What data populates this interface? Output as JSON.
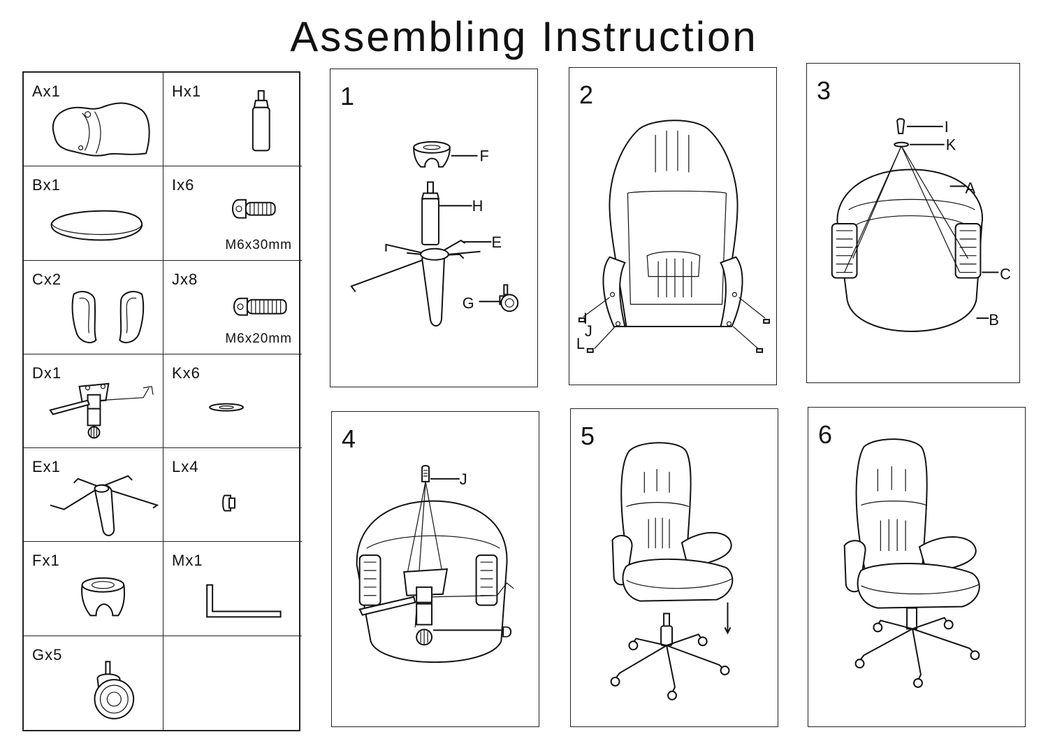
{
  "title": "Assembling Instruction",
  "parts": [
    {
      "id": "a",
      "label": "Ax1",
      "spec": ""
    },
    {
      "id": "h",
      "label": "Hx1",
      "spec": ""
    },
    {
      "id": "b",
      "label": "Bx1",
      "spec": ""
    },
    {
      "id": "i",
      "label": "Ix6",
      "spec": "M6x30mm"
    },
    {
      "id": "c",
      "label": "Cx2",
      "spec": ""
    },
    {
      "id": "j",
      "label": "Jx8",
      "spec": "M6x20mm"
    },
    {
      "id": "d",
      "label": "Dx1",
      "spec": ""
    },
    {
      "id": "k",
      "label": "Kx6",
      "spec": ""
    },
    {
      "id": "e",
      "label": "Ex1",
      "spec": ""
    },
    {
      "id": "l",
      "label": "Lx4",
      "spec": ""
    },
    {
      "id": "f",
      "label": "Fx1",
      "spec": ""
    },
    {
      "id": "m",
      "label": "Mx1",
      "spec": ""
    },
    {
      "id": "g",
      "label": "Gx5",
      "spec": ""
    },
    {
      "id": "empty",
      "label": "",
      "spec": ""
    }
  ],
  "steps": [
    {
      "number": "1",
      "callouts": [
        "F",
        "H",
        "E",
        "G"
      ]
    },
    {
      "number": "2",
      "callouts": [
        "I",
        "J",
        "L"
      ]
    },
    {
      "number": "3",
      "callouts": [
        "I",
        "K",
        "A",
        "C",
        "B"
      ]
    },
    {
      "number": "4",
      "callouts": [
        "J",
        "D"
      ]
    },
    {
      "number": "5",
      "callouts": []
    },
    {
      "number": "6",
      "callouts": []
    }
  ]
}
